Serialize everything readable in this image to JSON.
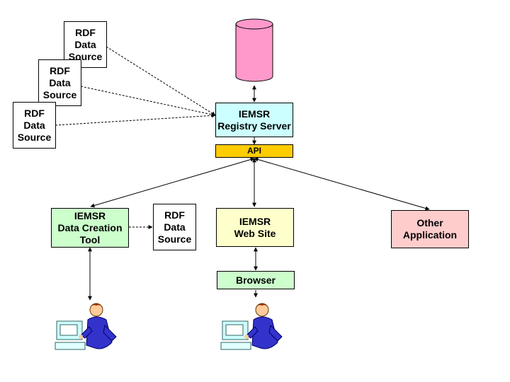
{
  "rdf_sources": [
    {
      "lines": [
        "RDF",
        "Data",
        "Source"
      ]
    },
    {
      "lines": [
        "RDF",
        "Data",
        "Source"
      ]
    },
    {
      "lines": [
        "RDF",
        "Data",
        "Source"
      ]
    },
    {
      "lines": [
        "RDF",
        "Data",
        "Source"
      ]
    }
  ],
  "registry": {
    "lines": [
      "IEMSR",
      "Registry Server"
    ]
  },
  "api": {
    "label": "API"
  },
  "creation_tool": {
    "lines": [
      "IEMSR",
      "Data Creation",
      "Tool"
    ]
  },
  "website": {
    "lines": [
      "IEMSR",
      "Web Site"
    ]
  },
  "browser": {
    "label": "Browser"
  },
  "other_app": {
    "lines": [
      "Other",
      "Application"
    ]
  },
  "colors": {
    "database": "#ff99cc",
    "registry": "#ccffff",
    "api": "#ffcc00",
    "creation_tool": "#ccffcc",
    "website": "#ffffcc",
    "browser": "#ccffcc",
    "other_app": "#ffcccc"
  },
  "icons": [
    "database-cylinder",
    "user-at-computer-icon",
    "user-at-computer-icon"
  ]
}
